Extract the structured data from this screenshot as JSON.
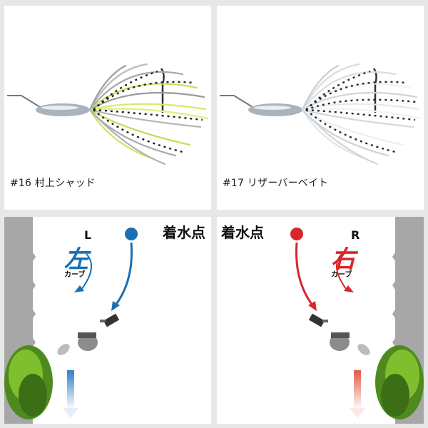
{
  "products": [
    {
      "caption": "#16 村上シャッド"
    },
    {
      "caption": "#17 リザーバーベイト"
    }
  ],
  "diagrams": [
    {
      "title": "着水点",
      "curve_kanji": "左",
      "curve_sub": "カーブ",
      "direction_letter": "L",
      "accent": "#1a6fb5"
    },
    {
      "title": "着水点",
      "curve_kanji": "右",
      "curve_sub": "カーブ",
      "direction_letter": "R",
      "accent": "#d8262b"
    }
  ]
}
